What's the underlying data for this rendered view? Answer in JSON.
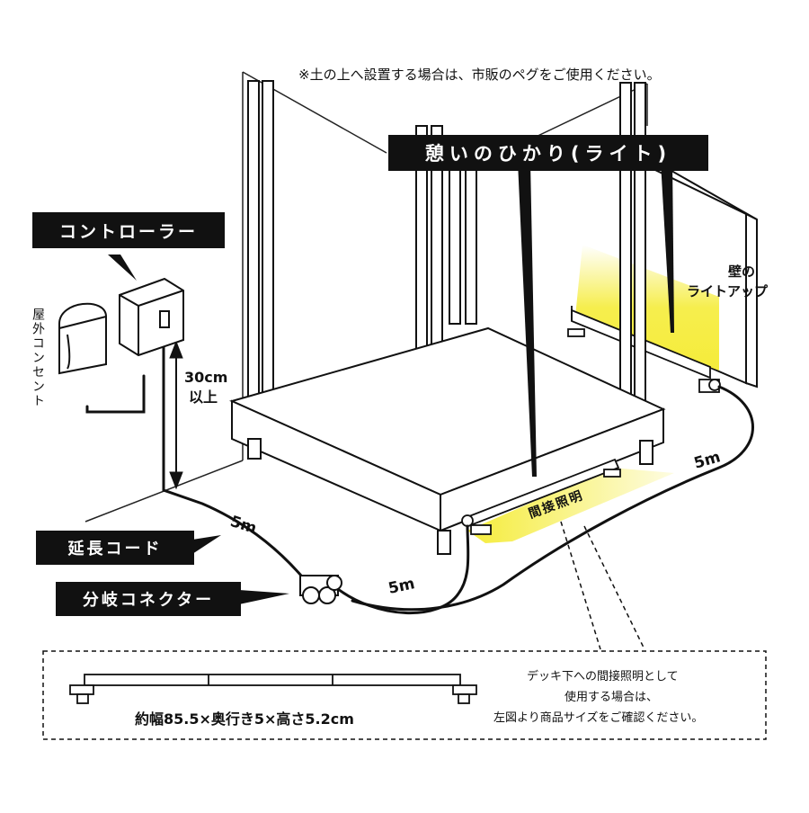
{
  "note_top": "※土の上へ設置する場合は、市販のペグをご使用ください。",
  "labels": {
    "controller": "コントローラー",
    "outlet": "屋外コンセント",
    "height": [
      "30cm",
      "以上"
    ],
    "light_name": "憩いのひかり(ライト)",
    "wall_lightup": [
      "壁の",
      "ライトアップ"
    ],
    "indirect": "間接照明",
    "extension_cord": "延長コード",
    "branch_connector": "分岐コネクター",
    "dist_1": "5m",
    "dist_2": "5m",
    "dist_3": "5m"
  },
  "inset": {
    "dimensions": "約幅85.5×奥行き5×高さ5.2cm",
    "note": [
      "デッキ下への間接照明として",
      "使用する場合は、",
      "左図より商品サイズをご確認ください。"
    ]
  },
  "colors": {
    "glow": "#f5ec3a",
    "ink": "#111111",
    "tag_bg": "#111111",
    "tag_text": "#ffffff"
  }
}
